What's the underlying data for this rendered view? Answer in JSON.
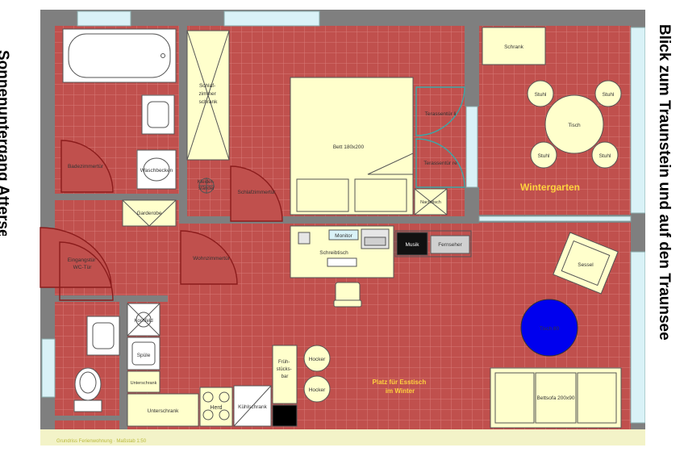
{
  "captions": {
    "right": "Blick zum Traunstein und auf den Traunsee",
    "left": "Sonnenuntergang Attersee"
  },
  "colors": {
    "floor": "#c0504d",
    "grid": "#d77a78",
    "wall": "#7f7f7f",
    "furniture": "#ffffcc",
    "window": "#d9f2f7",
    "accent_yellow": "#ffd23f",
    "table_blue": "#0000ee"
  },
  "labels": {
    "schlafzimmerschrank": [
      "Schlaf-",
      "zimmer",
      "schrank"
    ],
    "bett": "Bett 180x200",
    "terrassentuer_li": "Terassentür li",
    "terrassentuer_re": "Terassentür re",
    "nachttisch": "Nachttisch",
    "schrank": "Schrank",
    "stuhl": "Stuhl",
    "tisch": "Tisch",
    "wintergarten": "Wintergarten",
    "badezimmertuer": "Badezimmertür",
    "waschbecken": "Waschbecken",
    "kleiderstaender": [
      "Kleider-",
      "ständer"
    ],
    "schlafzimmertuer": "Schlafzimmertür",
    "garderobe": "Garderobe",
    "eingangstuer": [
      "Eingangstür",
      "WC-Tür"
    ],
    "wohnzimmertuer": "Wohnzimmertür",
    "monitor": "Monitor",
    "schreibtisch": "Schreibtisch",
    "musik": "Musik",
    "fernseher": "Fernseher",
    "sessel": "Sessel",
    "couchtisch": "Tisch 80",
    "sofa": "Bettsofa 200x90",
    "spuele": "Spüle",
    "kochfeld": "Kochfeld",
    "unterschrank": "Unterschrank",
    "herd": "Herd",
    "kuehlschrank": "Kühlschrank",
    "fruehstueck": [
      "Früh-",
      "stücks-",
      "bar"
    ],
    "hocker": "Hocker",
    "platz_esstisch": [
      "Platz für Esstisch",
      "im Winter"
    ]
  },
  "footer_note": "Grundriss Ferienwohnung · Maßstab 1:50"
}
